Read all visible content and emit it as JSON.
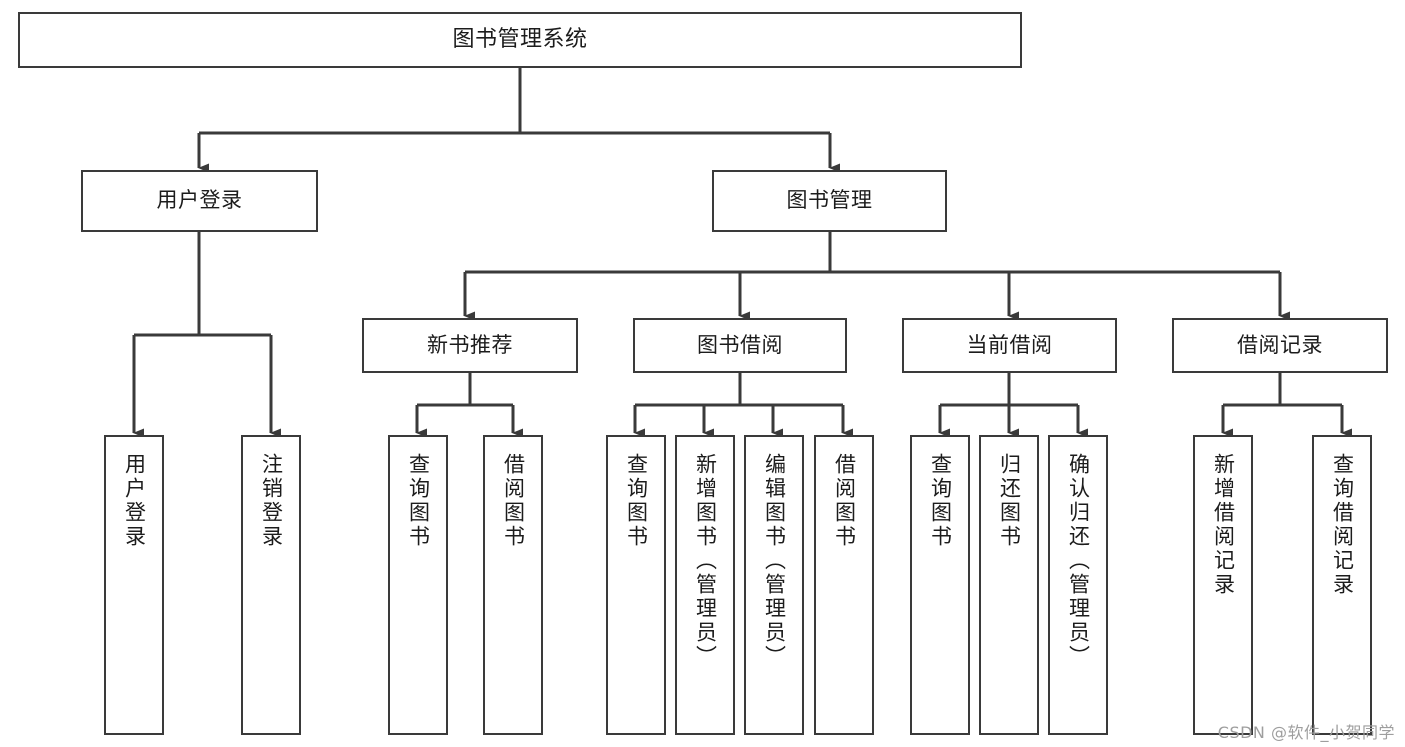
{
  "diagram": {
    "title": "图书管理系统",
    "type": "tree-hierarchy-chart",
    "watermark": "CSDN @软件_小贺同学",
    "colors": {
      "border": "#3a3a3a",
      "background": "#ffffff",
      "text": "#1c1c1c",
      "watermark": "#9e9e9e"
    }
  },
  "nodes": {
    "root": {
      "label": "图书管理系统"
    },
    "level2": [
      {
        "id": "user-login",
        "label": "用户登录"
      },
      {
        "id": "book-manage",
        "label": "图书管理"
      }
    ],
    "level3": [
      {
        "id": "new-book-recommend",
        "label": "新书推荐"
      },
      {
        "id": "book-borrow",
        "label": "图书借阅"
      },
      {
        "id": "current-borrow",
        "label": "当前借阅"
      },
      {
        "id": "borrow-record",
        "label": "借阅记录"
      }
    ],
    "leaves": {
      "user-login": [
        {
          "id": "leaf-user-login",
          "label": "用户登录"
        },
        {
          "id": "leaf-logout",
          "label": "注销登录"
        }
      ],
      "new-book-recommend": [
        {
          "id": "leaf-query-book-1",
          "label": "查询图书"
        },
        {
          "id": "leaf-borrow-book-1",
          "label": "借阅图书"
        }
      ],
      "book-borrow": [
        {
          "id": "leaf-query-book-2",
          "label": "查询图书"
        },
        {
          "id": "leaf-add-book",
          "label": "新增图书（管理员）"
        },
        {
          "id": "leaf-edit-book",
          "label": "编辑图书（管理员）"
        },
        {
          "id": "leaf-borrow-book-2",
          "label": "借阅图书"
        }
      ],
      "current-borrow": [
        {
          "id": "leaf-query-book-3",
          "label": "查询图书"
        },
        {
          "id": "leaf-return-book",
          "label": "归还图书"
        },
        {
          "id": "leaf-confirm-return",
          "label": "确认归还（管理员）"
        }
      ],
      "borrow-record": [
        {
          "id": "leaf-add-record",
          "label": "新增借阅记录"
        },
        {
          "id": "leaf-query-record",
          "label": "查询借阅记录"
        }
      ]
    }
  }
}
